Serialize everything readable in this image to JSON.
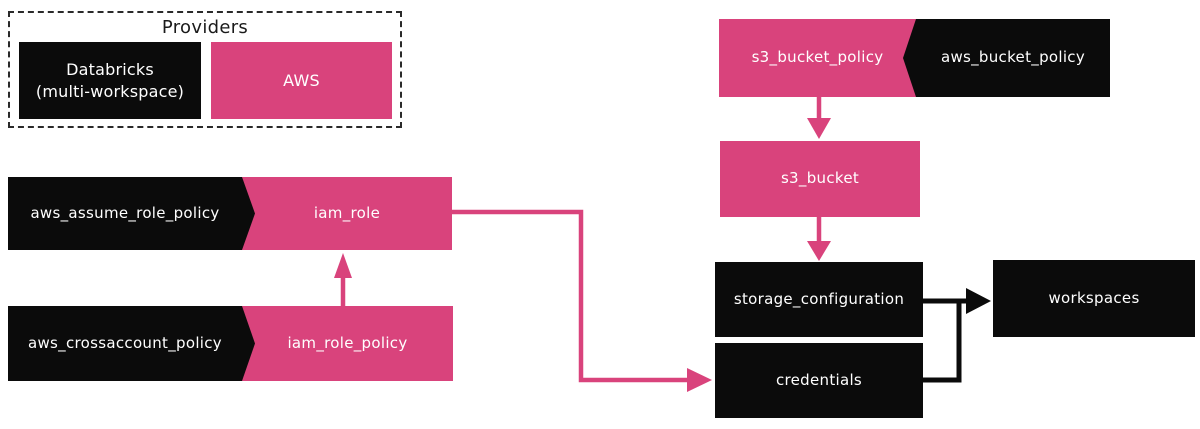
{
  "colors": {
    "aws_pink": "#D9437C",
    "databricks_black": "#0B0B0B",
    "background": "#FFFFFF",
    "label_text": "#FFFFFF"
  },
  "legend": {
    "title": "Providers",
    "databricks": {
      "line1": "Databricks",
      "line2": "(multi-workspace)",
      "provider": "databricks"
    },
    "aws": {
      "label": "AWS",
      "provider": "aws"
    }
  },
  "nodes": {
    "s3_bucket_policy": {
      "label": "s3_bucket_policy",
      "provider": "aws"
    },
    "aws_bucket_policy": {
      "label": "aws_bucket_policy",
      "provider": "databricks"
    },
    "s3_bucket": {
      "label": "s3_bucket",
      "provider": "aws"
    },
    "storage_configuration": {
      "label": "storage_configuration",
      "provider": "databricks"
    },
    "credentials": {
      "label": "credentials",
      "provider": "databricks"
    },
    "workspaces": {
      "label": "workspaces",
      "provider": "databricks"
    },
    "aws_assume_role_policy": {
      "label": "aws_assume_role_policy",
      "provider": "databricks"
    },
    "iam_role": {
      "label": "iam_role",
      "provider": "aws"
    },
    "aws_crossaccount_policy": {
      "label": "aws_crossaccount_policy",
      "provider": "databricks"
    },
    "iam_role_policy": {
      "label": "iam_role_policy",
      "provider": "aws"
    }
  },
  "edges": [
    {
      "from": "s3_bucket_policy",
      "to": "s3_bucket",
      "color": "pink"
    },
    {
      "from": "s3_bucket",
      "to": "storage_configuration",
      "color": "pink"
    },
    {
      "from": "iam_role_policy",
      "to": "iam_role",
      "color": "pink"
    },
    {
      "from": "iam_role",
      "to": "credentials",
      "color": "pink"
    },
    {
      "from": "storage_configuration",
      "to": "workspaces",
      "color": "black"
    },
    {
      "from": "credentials",
      "to": "workspaces",
      "color": "black"
    }
  ]
}
